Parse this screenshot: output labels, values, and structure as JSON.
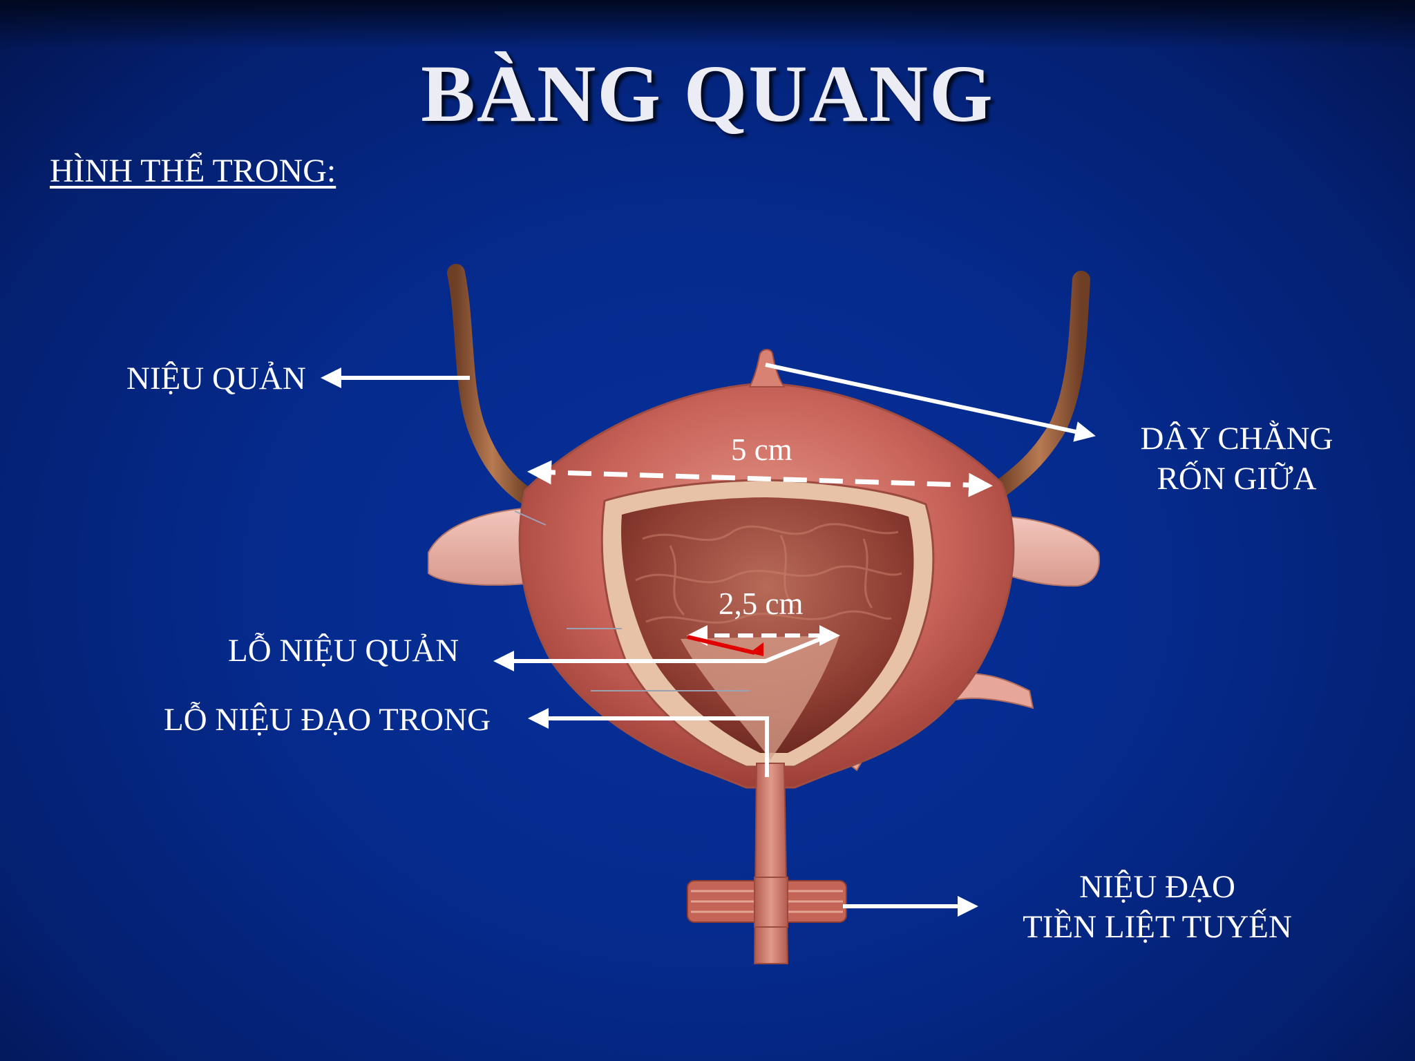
{
  "title": "BÀNG QUANG",
  "subtitle": "HÌNH THỂ TRONG:",
  "labels": {
    "ureter": "NIỆU QUẢN",
    "median_umbilical_ligament": [
      "DÂY CHẰNG",
      "RỐN GIỮA"
    ],
    "ureteral_orifice": "LỖ NIỆU QUẢN",
    "internal_urethral_orifice": "LỖ NIỆU ĐẠO TRONG",
    "prostatic_urethra": [
      "NIỆU ĐẠO",
      "TIỀN LIỆT TUYẾN"
    ]
  },
  "dimensions": {
    "bladder_width": "5 cm",
    "trigone_width": "2,5 cm"
  },
  "colors": {
    "background": "#052a8c",
    "text": "#ffffff",
    "arrow": "#ffffff",
    "highlight_arrow": "#e00000",
    "bladder_wall": "#c9645a",
    "ureter": "#9a6040"
  }
}
